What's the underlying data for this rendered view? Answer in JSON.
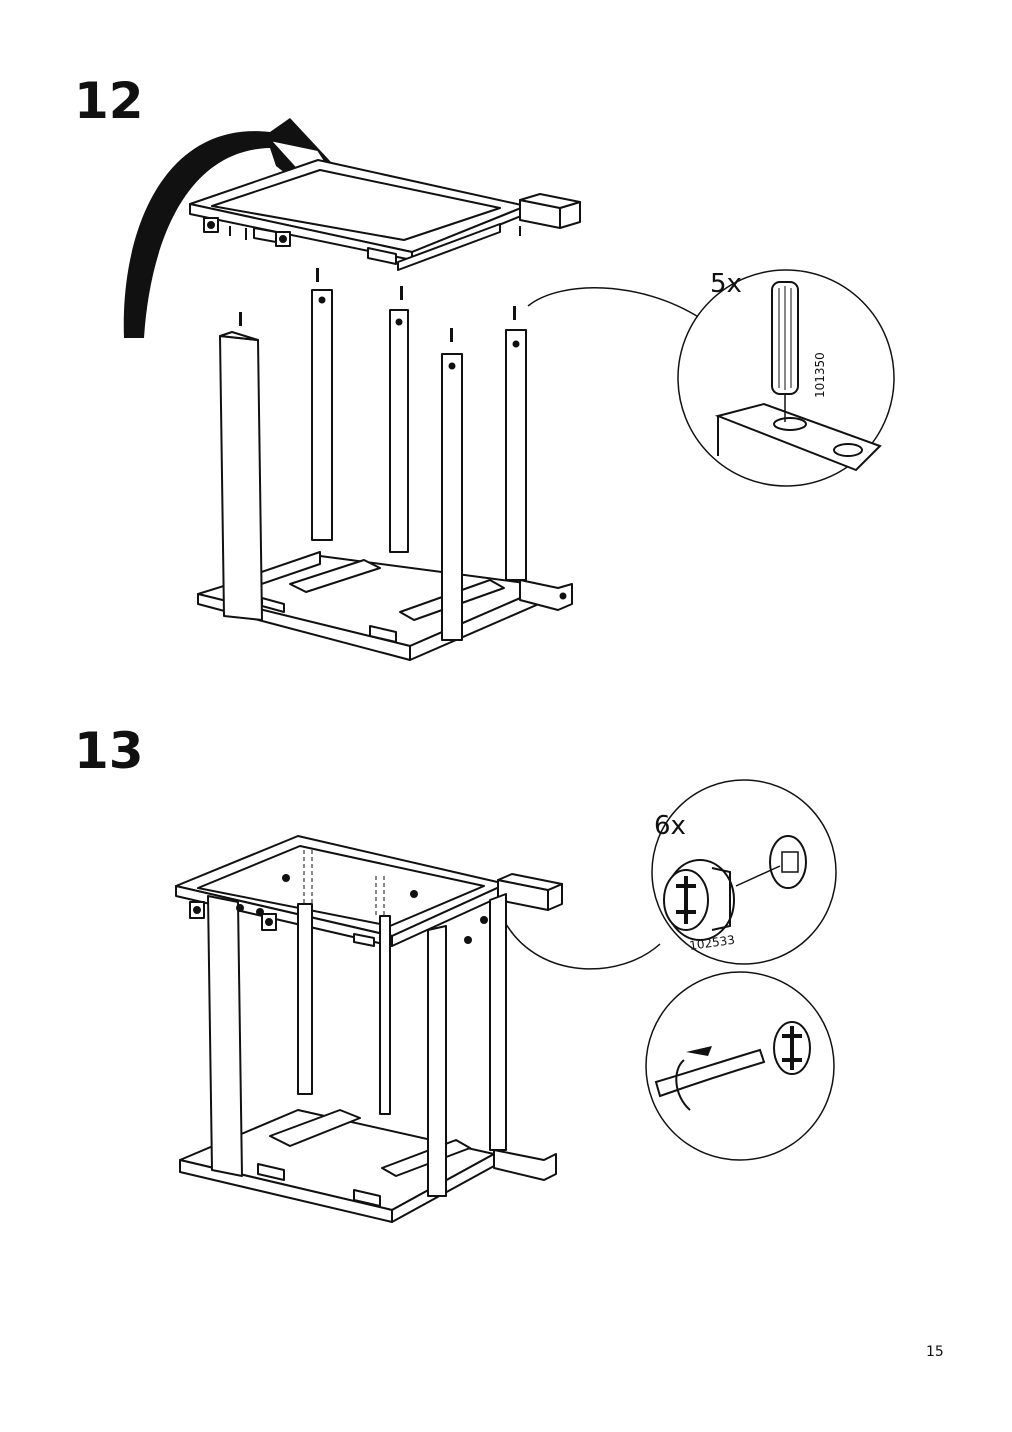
{
  "steps": [
    {
      "number": "12",
      "hardware_qty": "5x",
      "part_number": "101350"
    },
    {
      "number": "13",
      "hardware_qty": "6x",
      "part_number": "102533"
    }
  ],
  "page": {
    "number": "15"
  }
}
